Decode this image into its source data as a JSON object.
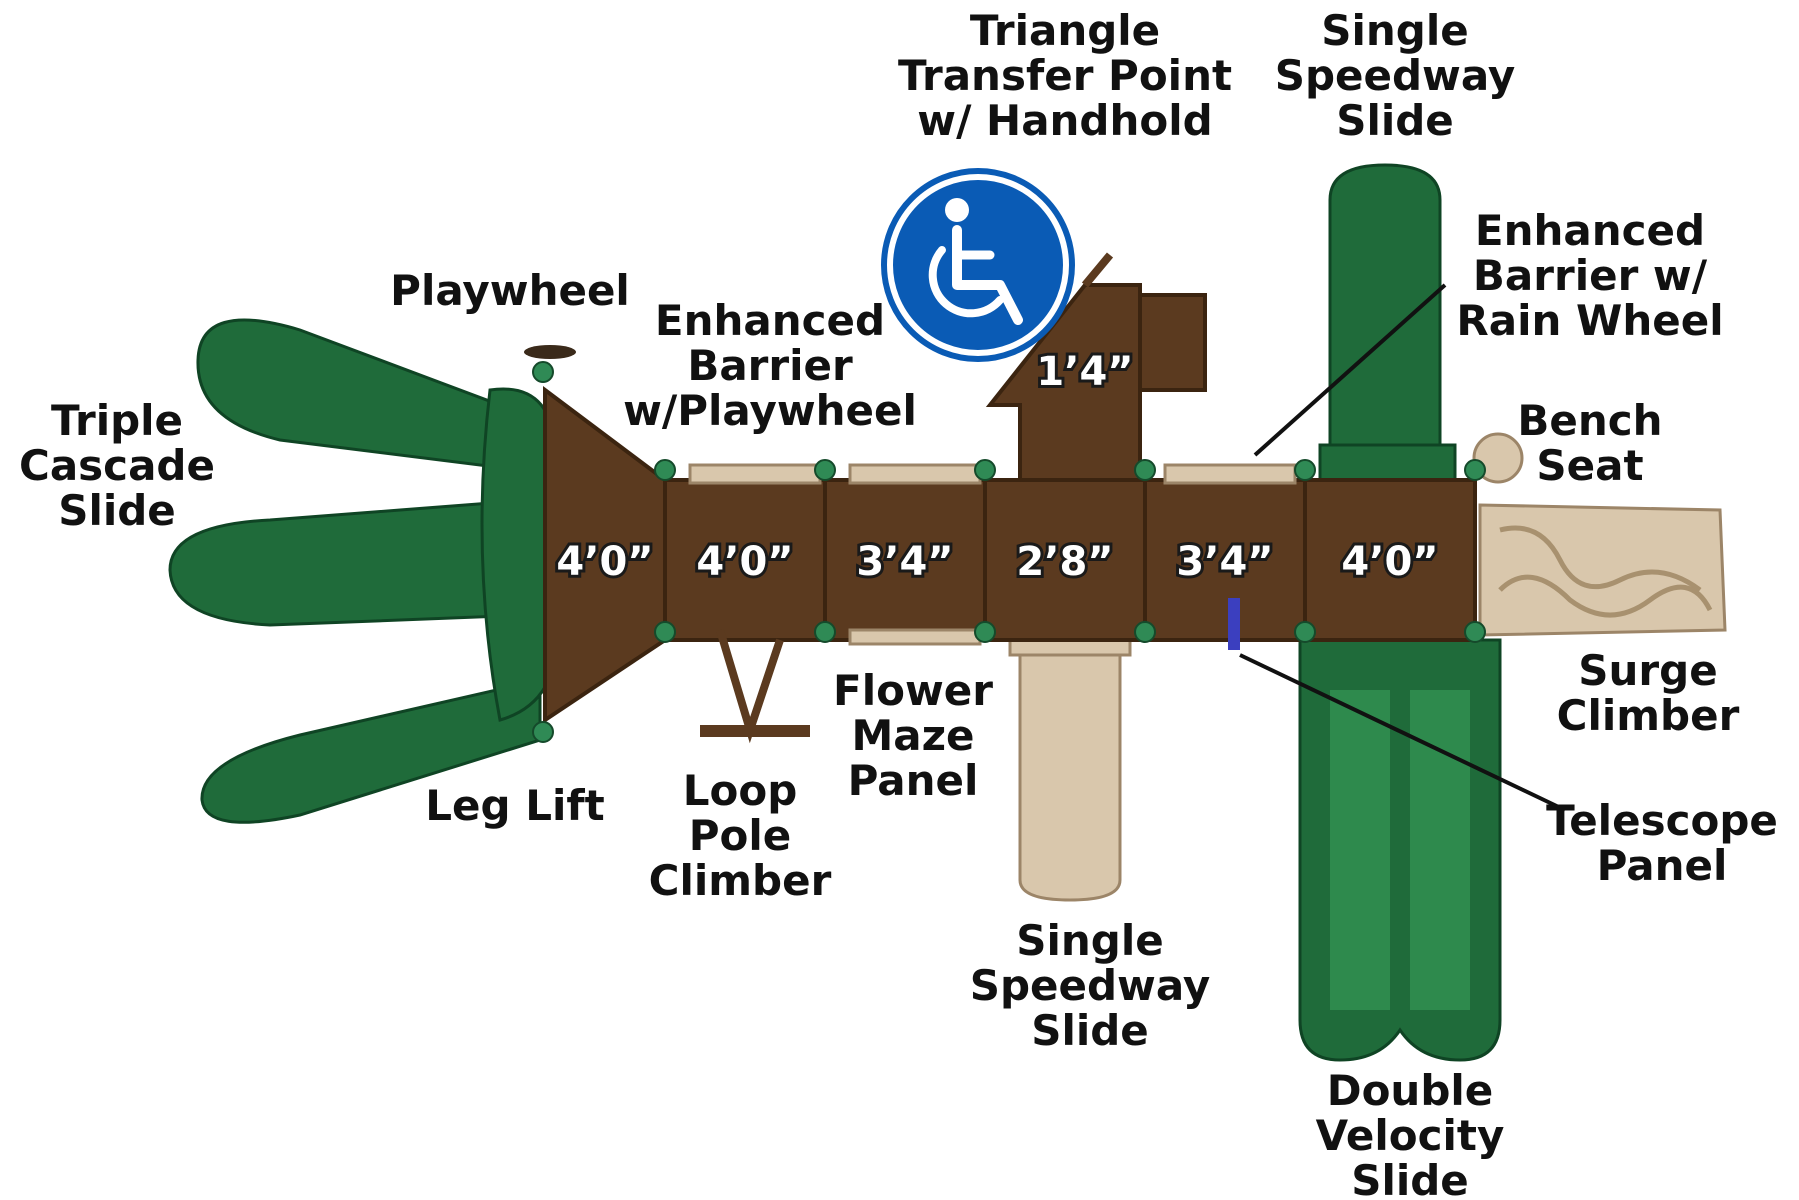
{
  "labels": {
    "triangle_transfer": [
      "Triangle",
      "Transfer Point",
      "w/ Handhold"
    ],
    "single_speedway_top": [
      "Single",
      "Speedway",
      "Slide"
    ],
    "enhanced_barrier_rain": [
      "Enhanced",
      "Barrier w/",
      "Rain Wheel"
    ],
    "playwheel": [
      "Playwheel"
    ],
    "enhanced_barrier_playwheel": [
      "Enhanced",
      "Barrier",
      "w/Playwheel"
    ],
    "triple_cascade": [
      "Triple",
      "Cascade",
      "Slide"
    ],
    "bench_seat": [
      "Bench",
      "Seat"
    ],
    "surge_climber": [
      "Surge",
      "Climber"
    ],
    "flower_maze": [
      "Flower",
      "Maze",
      "Panel"
    ],
    "leg_lift": [
      "Leg Lift"
    ],
    "loop_pole": [
      "Loop",
      "Pole",
      "Climber"
    ],
    "telescope_panel": [
      "Telescope",
      "Panel"
    ],
    "single_speedway_bottom": [
      "Single",
      "Speedway",
      "Slide"
    ],
    "double_velocity": [
      "Double",
      "Velocity",
      "Slide"
    ]
  },
  "deck_heights": [
    "4’0”",
    "4’0”",
    "3’4”",
    "2’8”",
    "3’4”",
    "4’0”"
  ],
  "ramp_height": "1’4”",
  "icons": {
    "accessibility": "wheelchair-icon"
  },
  "colors": {
    "slide_green": "#1f6b3a",
    "deck_brown": "#5b3a1f",
    "tan_plastic": "#d9c7ac",
    "accessibility_blue": "#0a5bb5"
  }
}
